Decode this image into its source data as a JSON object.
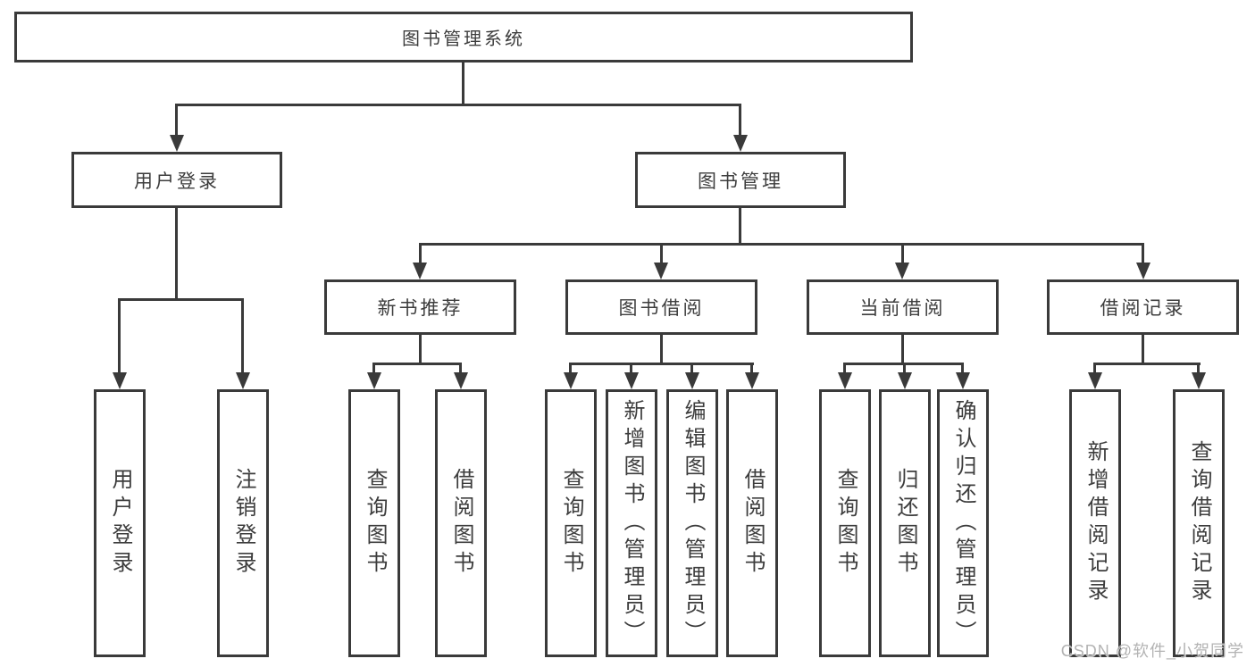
{
  "diagram": {
    "root": {
      "label": "图书管理系统"
    },
    "branches": [
      {
        "label": "用户登录",
        "children": [
          {
            "label": "用户登录"
          },
          {
            "label": "注销登录"
          }
        ]
      },
      {
        "label": "图书管理",
        "children": [
          {
            "label": "新书推荐",
            "children": [
              {
                "label": "查询图书"
              },
              {
                "label": "借阅图书"
              }
            ]
          },
          {
            "label": "图书借阅",
            "children": [
              {
                "label": "查询图书"
              },
              {
                "label": "新增图书（管理员）"
              },
              {
                "label": "编辑图书（管理员）"
              },
              {
                "label": "借阅图书"
              }
            ]
          },
          {
            "label": "当前借阅",
            "children": [
              {
                "label": "查询图书"
              },
              {
                "label": "归还图书"
              },
              {
                "label": "确认归还（管理员）"
              }
            ]
          },
          {
            "label": "借阅记录",
            "children": [
              {
                "label": "新增借阅记录"
              },
              {
                "label": "查询借阅记录"
              }
            ]
          }
        ]
      }
    ],
    "watermark": "CSDN @软件_小贺同学",
    "colors": {
      "line": "#3a3a3a",
      "text": "#3d3d3d",
      "watermark": "#b3b3b3",
      "background": "#ffffff"
    }
  }
}
